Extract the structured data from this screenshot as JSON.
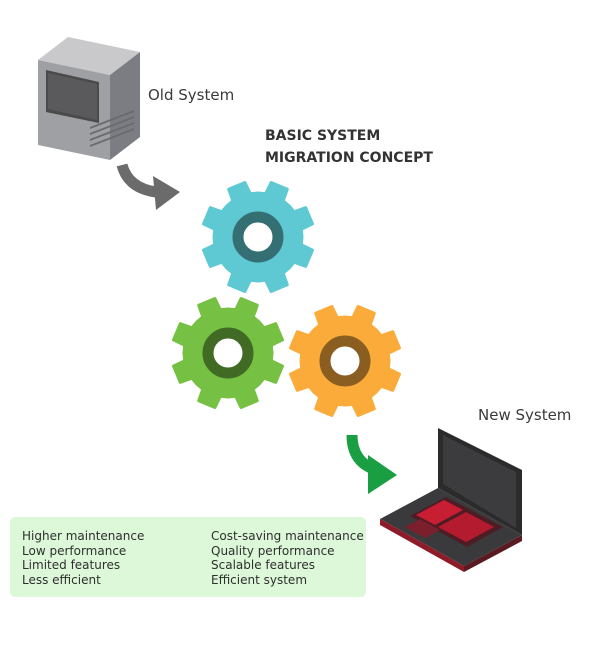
{
  "labels": {
    "old_system": "Old System",
    "new_system": "New System",
    "title_line1": "BASIC SYSTEM",
    "title_line2": "MIGRATION CONCEPT"
  },
  "comparison": {
    "before": [
      "Higher maintenance",
      "Low performance",
      "Limited features",
      "Less efficient"
    ],
    "after": [
      "Cost-saving maintenance",
      "Quality performance",
      "Scalable features",
      "Efficient system"
    ]
  },
  "icons": [
    "old-computer-icon",
    "gear-icon",
    "laptop-icon",
    "curved-arrow-icon",
    "right-arrow-icon"
  ],
  "colors": {
    "gear_blue": "#5ec9d3",
    "gear_green": "#76c043",
    "gear_orange": "#fbab3a",
    "arrow_gray": "#6b6b6b",
    "arrow_green": "#1a9e42",
    "panel_bg": "#dcf8d8",
    "comparison_arrow": "#7ed957"
  }
}
